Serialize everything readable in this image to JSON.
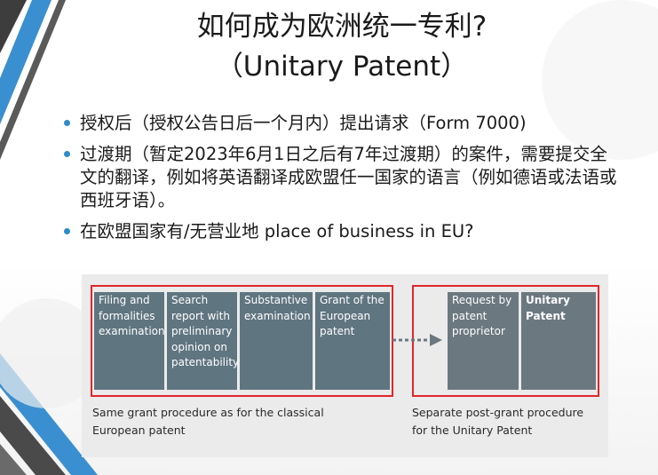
{
  "title": {
    "line1": "如何成为欧洲统一专利?",
    "line2": "（Unitary Patent）"
  },
  "bullets": [
    {
      "text": "授权后（授权公告日后一个月内）提出请求（Form 7000)"
    },
    {
      "text": "过渡期（暂定2023年6月1日之后有7年过渡期）的案件，需要提交全文的翻译，例如将英语翻译成欧盟任一国家的语言（例如德语或法语或西班牙语）。"
    },
    {
      "text": "在欧盟国家有/无营业地 place of business in EU?"
    }
  ],
  "figure": {
    "steps": [
      {
        "label": "Filing and formalities examination"
      },
      {
        "label": "Search report with preliminary opinion on patentability"
      },
      {
        "label": "Substantive examination"
      },
      {
        "label": "Grant of the European patent"
      },
      {
        "label": "Request by patent proprietor"
      },
      {
        "label": "Unitary Patent"
      }
    ],
    "left_caption_1": "Same grant procedure as for the classical",
    "left_caption_2": "European patent",
    "right_caption_1": "Separate post-grant procedure",
    "right_caption_2": "for the Unitary Patent"
  },
  "colors": {
    "accent": "#2e8bc9",
    "box": "#5f7580",
    "frame": "#e0262b",
    "deco_blue": "#3a8fd0",
    "deco_dark": "#4a4a4a"
  }
}
